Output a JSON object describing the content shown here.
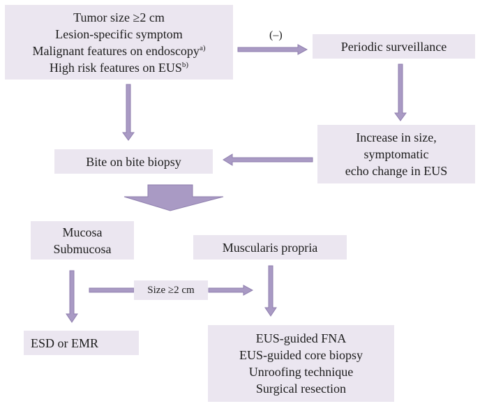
{
  "colors": {
    "box": "#ebe6f0",
    "arrow": "#a99ac4",
    "arrow_stroke": "#8f7fae",
    "text": "#1c1c1c"
  },
  "criteria": {
    "line1": "Tumor size ≥2 cm",
    "line2": "Lesion-specific symptom",
    "line3": "Malignant features on endoscopy",
    "line3_sup": "a)",
    "line4": "High risk features on EUS",
    "line4_sup": "b)"
  },
  "negative_label": "(–)",
  "periodic": "Periodic surveillance",
  "increase": {
    "line1": "Increase in size,",
    "line2": "symptomatic",
    "line3": "echo change in EUS"
  },
  "biopsy": "Bite on bite biopsy",
  "mucosa": {
    "line1": "Mucosa",
    "line2": "Submucosa"
  },
  "muscularis": "Muscularis propria",
  "size_condition": "Size ≥2 cm",
  "esd": "ESD or EMR",
  "eus_options": [
    "EUS-guided FNA",
    "EUS-guided core biopsy",
    "Unroofing technique",
    "Surgical resection"
  ]
}
